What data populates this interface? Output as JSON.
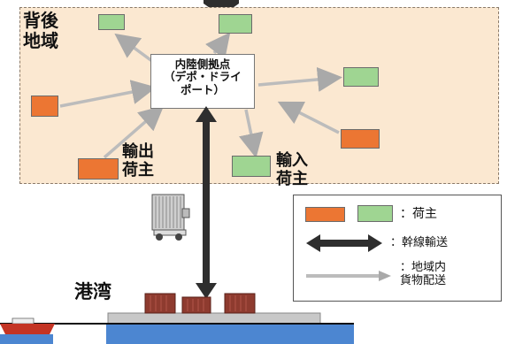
{
  "hinterland": {
    "label": "背後\n地域"
  },
  "hub": {
    "label": "内陸側拠点\n（デポ・ドライ\nポート）"
  },
  "export_shipper": {
    "label": "輸出\n荷主"
  },
  "import_shipper": {
    "label": "輸入\n荷主"
  },
  "port": {
    "label": "港湾"
  },
  "legend": {
    "shipper_label": "：荷主",
    "trunk_label": "：幹線輸送",
    "local_label": "：地域内\n貨物配送"
  },
  "colors": {
    "hinterland_bg": "#fbe8d1",
    "export_shipper": "#ec7633",
    "import_shipper": "#9fd592",
    "trunk_arrow": "#2e2e2e",
    "local_arrow": "#b8b8b8",
    "container": "#8e3b2f",
    "sea": "#4c86d1"
  }
}
